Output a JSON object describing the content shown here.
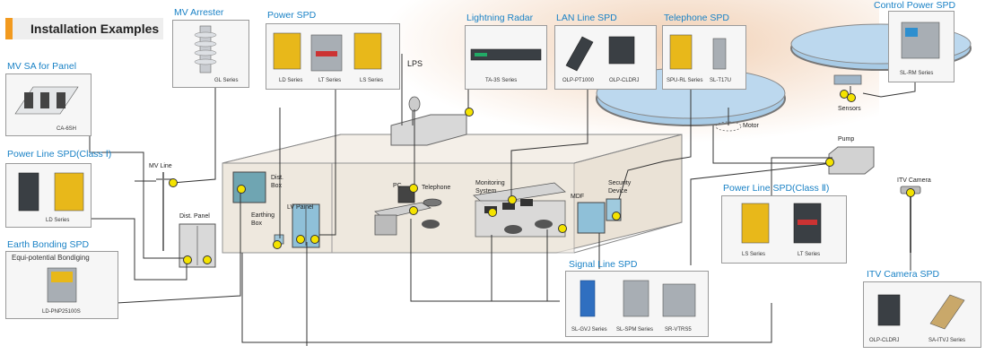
{
  "title": "Installation Examples",
  "groups": {
    "mv_arrester": {
      "label": "MV Arrester",
      "series": [
        "GL Series"
      ]
    },
    "power_spd": {
      "label": "Power SPD",
      "series": [
        "LD Series",
        "LT Series",
        "LS Series"
      ]
    },
    "lightning_radar": {
      "label": "Lightning Radar",
      "series": [
        "TA-3S Series"
      ]
    },
    "lan_line_spd": {
      "label": "LAN Line SPD",
      "series": [
        "OLP-PT1000",
        "OLP-CLDRJ"
      ]
    },
    "telephone_spd": {
      "label": "Telephone SPD",
      "series": [
        "SPU-RL Series",
        "SL-T17U"
      ]
    },
    "control_power_spd": {
      "label": "Control Power SPD",
      "series": [
        "SL-RM Series"
      ]
    },
    "mv_sa_panel": {
      "label": "MV SA for Panel",
      "series": [
        "CA-6SH"
      ]
    },
    "power_line_spd1": {
      "label": "Power Line SPD(Class Ⅰ)",
      "series": [
        "LD Series"
      ]
    },
    "earth_bonding_spd": {
      "label": "Earth Bonding SPD",
      "sub": "Equi-potential Bondiging",
      "series": [
        "LD-PNP25100S"
      ]
    },
    "power_line_spd2": {
      "label": "Power Line SPD(Class Ⅱ)",
      "series": [
        "LS Series",
        "LT Series"
      ]
    },
    "signal_line_spd": {
      "label": "Signal Line SPD",
      "series": [
        "SL-GVJ Series",
        "SL-SPM Series",
        "SR-VTRS5"
      ]
    },
    "itv_camera_spd": {
      "label": "ITV Camera SPD",
      "series": [
        "OLP-CLDRJ",
        "SA-ITVJ Series"
      ]
    }
  },
  "scene_labels": {
    "lps": "LPS",
    "mv_line": "MV Line",
    "dist_panel": "Dist. Panel",
    "dist_box": "Dist.\nBox",
    "earthing_box": "Earthing\nBox",
    "lv_panel": "LV Painel",
    "pc": "PC",
    "telephone": "Telephone",
    "monitoring_system": "Monitoring\nSystem",
    "mdf": "MDF",
    "security_device": "Security\nDevice",
    "sensors": "Sensors",
    "motor": "Motor",
    "pump": "Pump",
    "itv_camera": "ITV Camera"
  },
  "colors": {
    "accent": "#f29a1f",
    "label_blue": "#1a82c6",
    "connector_dot": "#f4e300"
  }
}
